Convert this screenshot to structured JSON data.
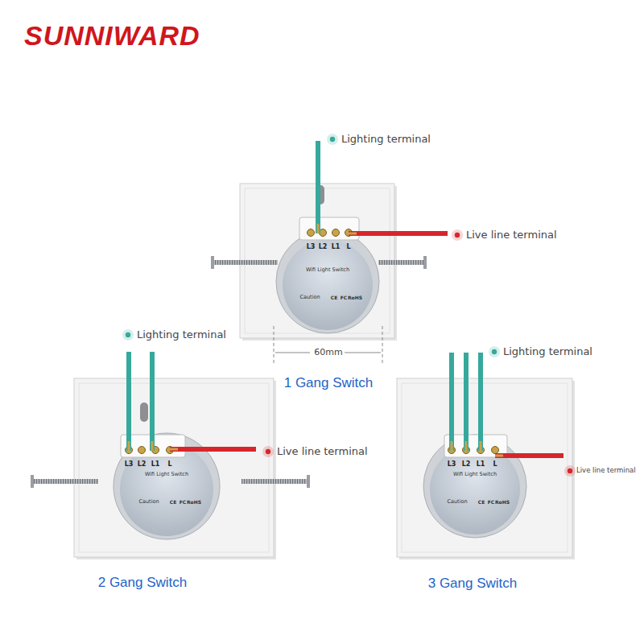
{
  "diagram": {
    "title": "SUNNIWARD",
    "labels": [
      "Lighting terminal",
      "Live line terminal",
      "60mm",
      "1 Gang Switch",
      "Lighting terminal",
      "Live line terminal",
      "2 Gang Switch",
      "Lighting terminal",
      "Live line terminal",
      "3 Gang Switch",
      "L3",
      "L2",
      "L1",
      "L",
      "Wifi Light Switch",
      "Caution",
      "CE",
      "FC",
      "RoHS",
      "L3",
      "L2",
      "L1",
      "L",
      "Wifi Light Switch",
      "Caution",
      "CE",
      "FC",
      "RoHS",
      "L3",
      "L2",
      "L1",
      "L",
      "Wifi Light Switch",
      "Caution",
      "CE",
      "FC",
      "RoHS"
    ]
  }
}
